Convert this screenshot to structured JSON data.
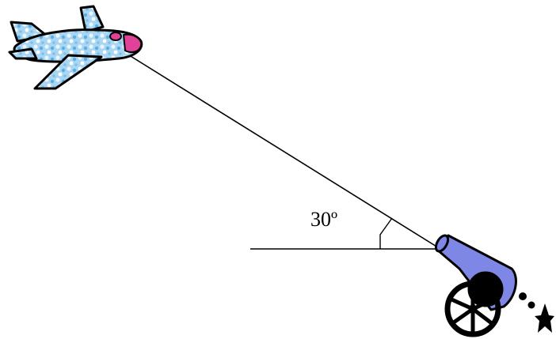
{
  "diagram": {
    "angle_label": "30º",
    "angle_degrees": 30,
    "objects": [
      "airplane",
      "cannon",
      "star"
    ]
  },
  "colors": {
    "line": "#000000",
    "plane_body": "#a9d6f2",
    "plane_speckle": "#e9f6ff",
    "plane_speckle_dark": "#5aaee3",
    "plane_nose": "#e0429a",
    "cannon_barrel": "#7f87e6",
    "cannon_dark": "#000000"
  },
  "icons": {
    "plane": "airplane-icon",
    "cannon": "cannon-icon",
    "star": "star-icon"
  }
}
